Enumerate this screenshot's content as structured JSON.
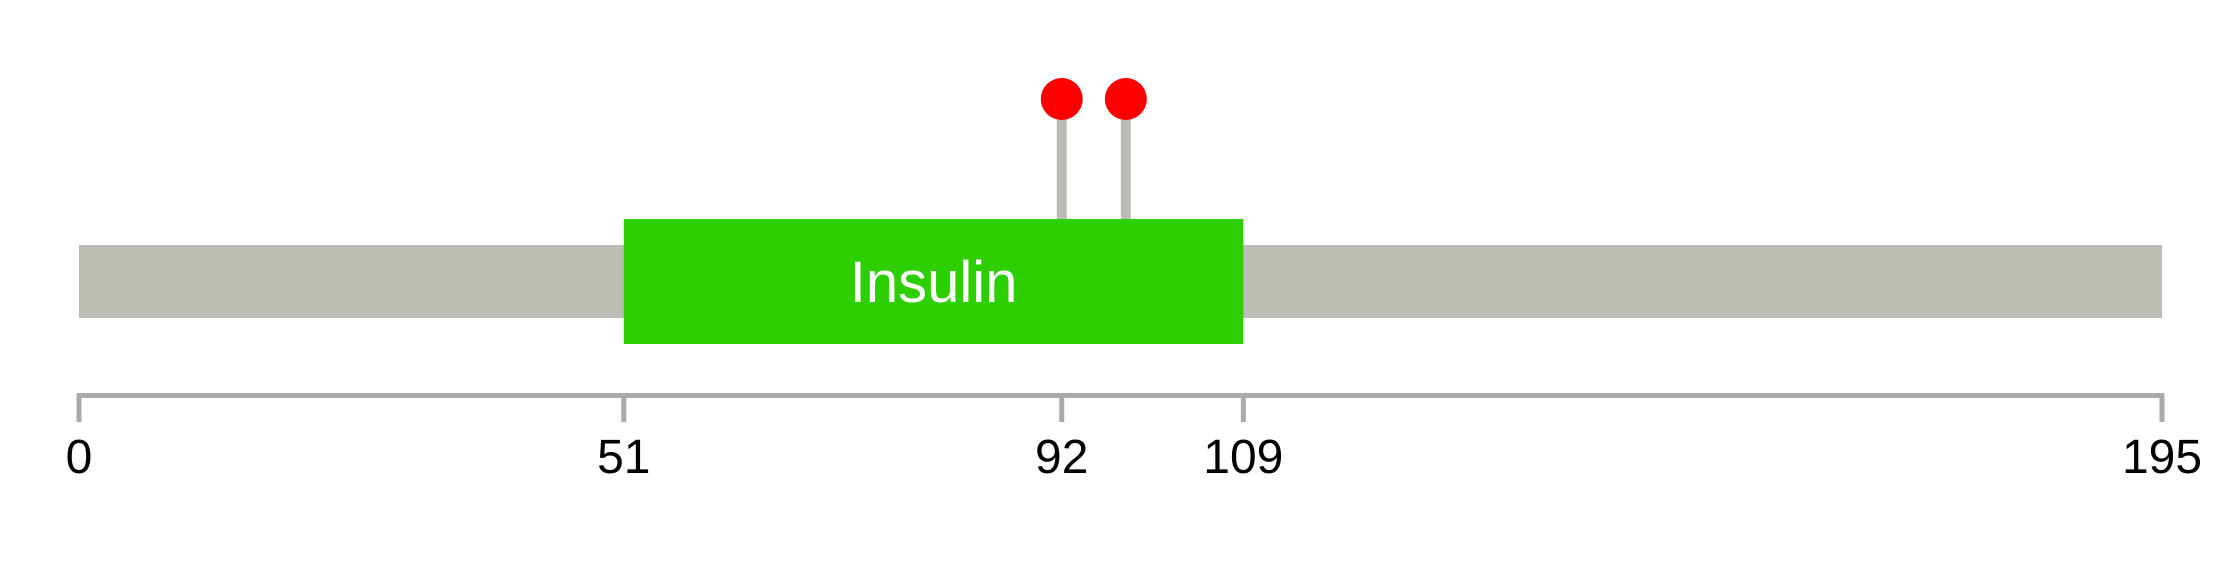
{
  "chart_data": {
    "type": "lollipop",
    "protein_length": 195,
    "axis": {
      "range": [
        0,
        195
      ],
      "ticks": [
        0,
        51,
        92,
        109,
        195
      ]
    },
    "domains": [
      {
        "name": "Insulin",
        "start": 51,
        "end": 109,
        "color": "#2ecf00"
      }
    ],
    "mutations": [
      {
        "position": 92,
        "color": "#ff0000"
      },
      {
        "position": 98,
        "color": "#ff0000"
      }
    ],
    "colors": {
      "backbone": "#bbbdb5",
      "axis": "#aaaaaa",
      "stem": "#bbbdb5",
      "domain_text": "#ffffff"
    }
  }
}
